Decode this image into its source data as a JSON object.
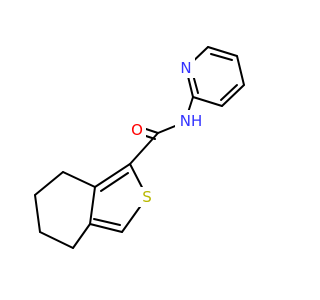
{
  "molecule": {
    "atoms": {
      "pyridine_n": {
        "symbol": "N",
        "color": "#3333ff"
      },
      "amide_o": {
        "symbol": "O",
        "color": "#ff0000"
      },
      "amide_nh": {
        "symbol": "NH",
        "color": "#3333ff"
      },
      "thiophene_s": {
        "symbol": "S",
        "color": "#b8b800"
      }
    },
    "bond_color": "#000000",
    "background": "#ffffff"
  }
}
